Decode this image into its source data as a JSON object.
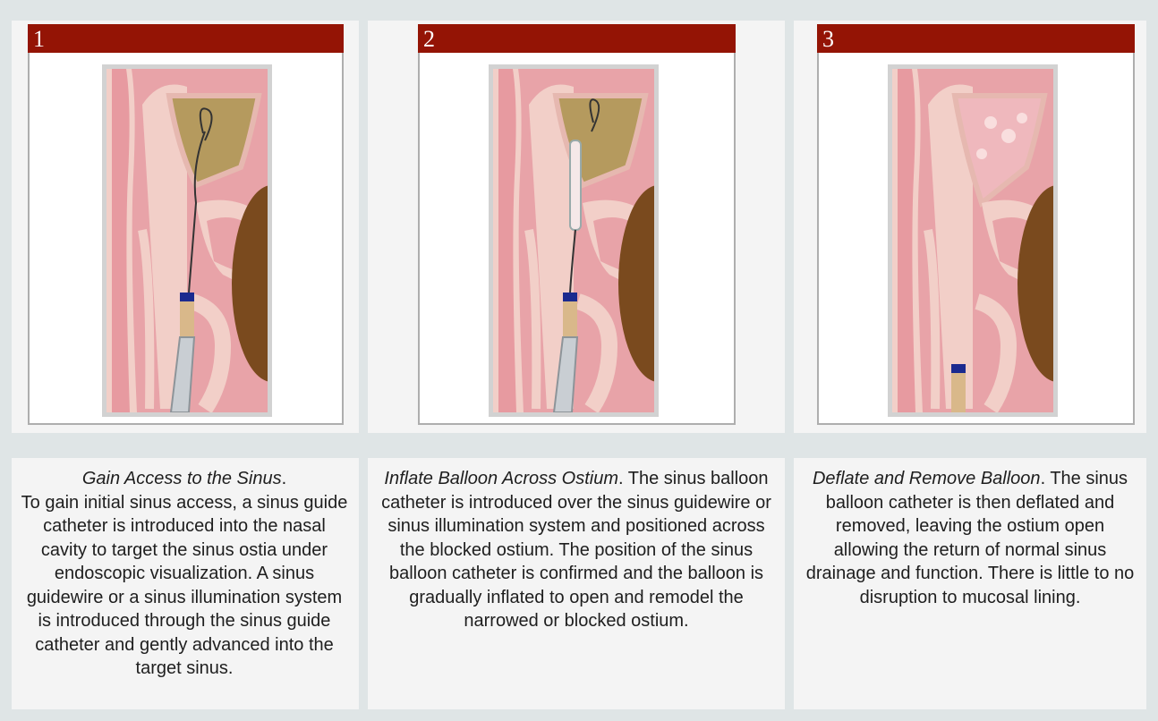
{
  "steps": [
    {
      "number": "1",
      "caption_title": "Gain Access to the Sinus",
      "caption_body": "To gain initial sinus access, a sinus guide catheter is introduced into the nasal cavity to target the sinus ostia under endoscopic visualization. A sinus guidewire or a sinus illumination system is introduced through the sinus guide catheter and gently advanced into the target sinus."
    },
    {
      "number": "2",
      "caption_title": "Inflate Balloon Across Ostium",
      "caption_body": "The sinus balloon catheter is introduced over the sinus guidewire or sinus illumination system and positioned across the blocked ostium. The position of the sinus balloon catheter is confirmed and the balloon is gradually inflated to open and remodel the narrowed or blocked ostium."
    },
    {
      "number": "3",
      "caption_title": "Deflate and Remove Balloon",
      "caption_body": "The sinus balloon catheter is then deflated and removed, leaving the ostium open allowing the return of normal sinus drainage and function. There is little to no disruption to mucosal lining."
    }
  ],
  "colors": {
    "header": "#941405",
    "tissue": "#e8a3a8",
    "mucosa": "#f2cfc8",
    "blocked_sinus": "#b59a5e",
    "eye_socket": "#7a4a1e"
  }
}
